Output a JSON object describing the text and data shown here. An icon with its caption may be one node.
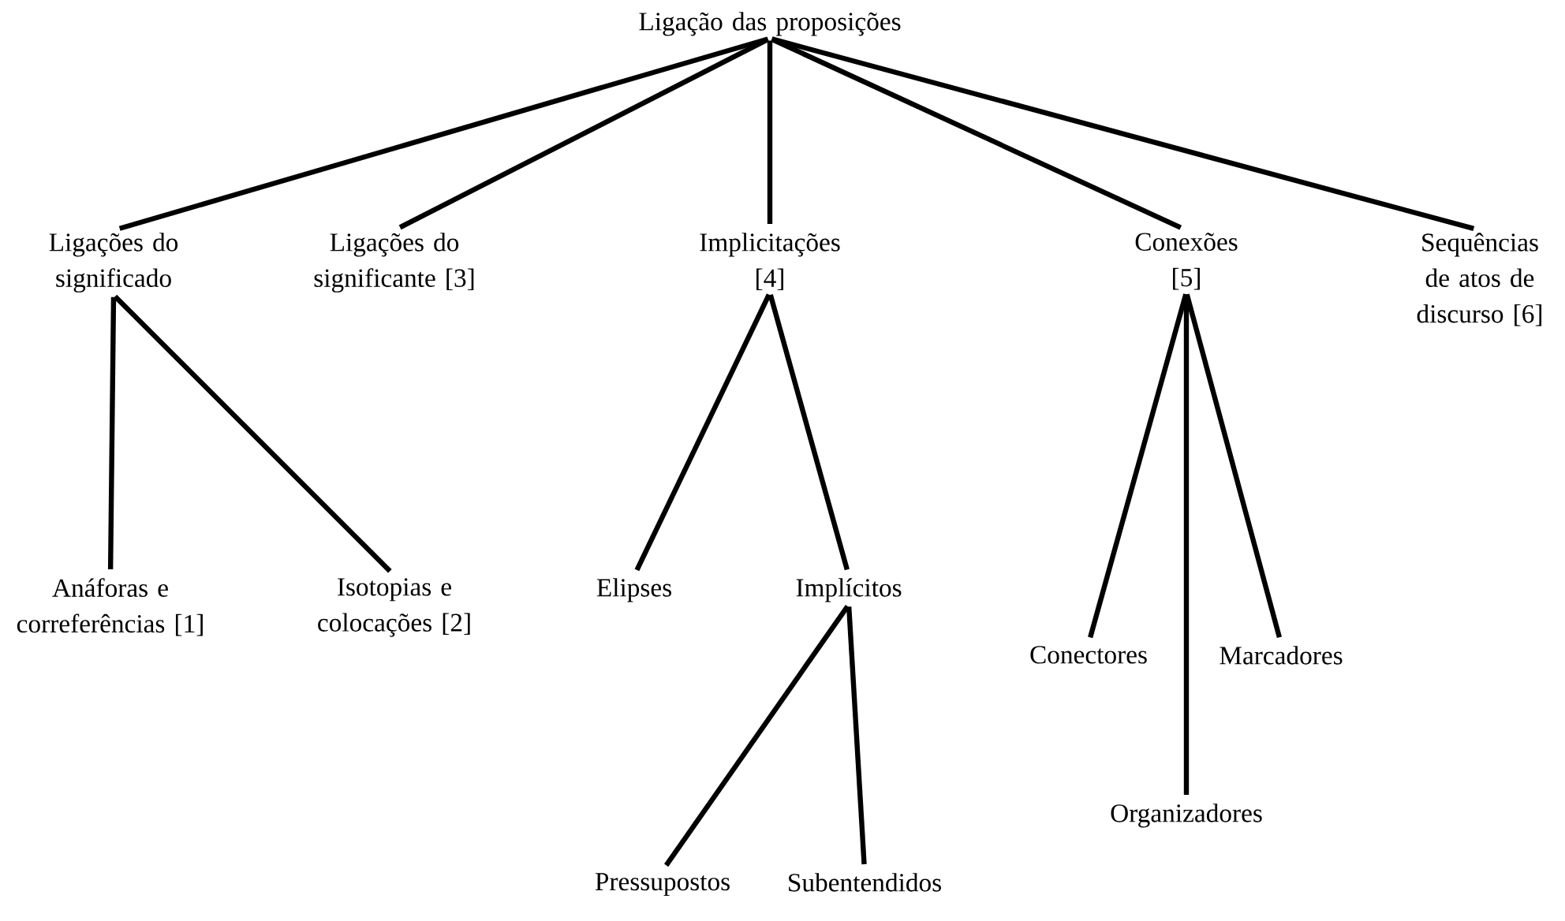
{
  "diagram": {
    "nodes": [
      {
        "text": [
          "Ligação das proposições"
        ]
      },
      {
        "text": [
          "Ligações do significado"
        ]
      },
      {
        "text": [
          "Ligações do significante [3]"
        ]
      },
      {
        "text": [
          "Implicitações [4]"
        ]
      },
      {
        "text": [
          "Conexões [5]"
        ]
      },
      {
        "text": [
          "Sequências de atos de discurso [6]"
        ]
      },
      {
        "text": [
          "Anáforas e correferências [1]"
        ]
      },
      {
        "text": [
          "Isotopias e colocações [2]"
        ]
      },
      {
        "text": [
          "Elipses"
        ]
      },
      {
        "text": [
          "Implícitos"
        ]
      },
      {
        "text": [
          "Pressupostos"
        ]
      },
      {
        "text": [
          "Subentendidos"
        ]
      },
      {
        "text": [
          "Conectores"
        ]
      },
      {
        "text": [
          "Marcadores"
        ]
      },
      {
        "text": [
          "Organizadores"
        ]
      }
    ],
    "edges": [
      {
        "from": 0,
        "to": 1,
        "arrow": "none"
      },
      {
        "from": 0,
        "to": 2,
        "arrow": "none"
      },
      {
        "from": 0,
        "to": 3,
        "arrow": "none"
      },
      {
        "from": 0,
        "to": 4,
        "arrow": "none"
      },
      {
        "from": 0,
        "to": 5,
        "arrow": "none"
      },
      {
        "from": 1,
        "to": 6,
        "arrow": "none"
      },
      {
        "from": 1,
        "to": 7,
        "arrow": "none"
      },
      {
        "from": 3,
        "to": 8,
        "arrow": "none"
      },
      {
        "from": 3,
        "to": 9,
        "arrow": "none"
      },
      {
        "from": 9,
        "to": 10,
        "arrow": "none"
      },
      {
        "from": 9,
        "to": 11,
        "arrow": "none"
      },
      {
        "from": 4,
        "to": 12,
        "arrow": "none"
      },
      {
        "from": 4,
        "to": 14,
        "arrow": "none"
      },
      {
        "from": 4,
        "to": 13,
        "arrow": "none"
      }
    ]
  }
}
